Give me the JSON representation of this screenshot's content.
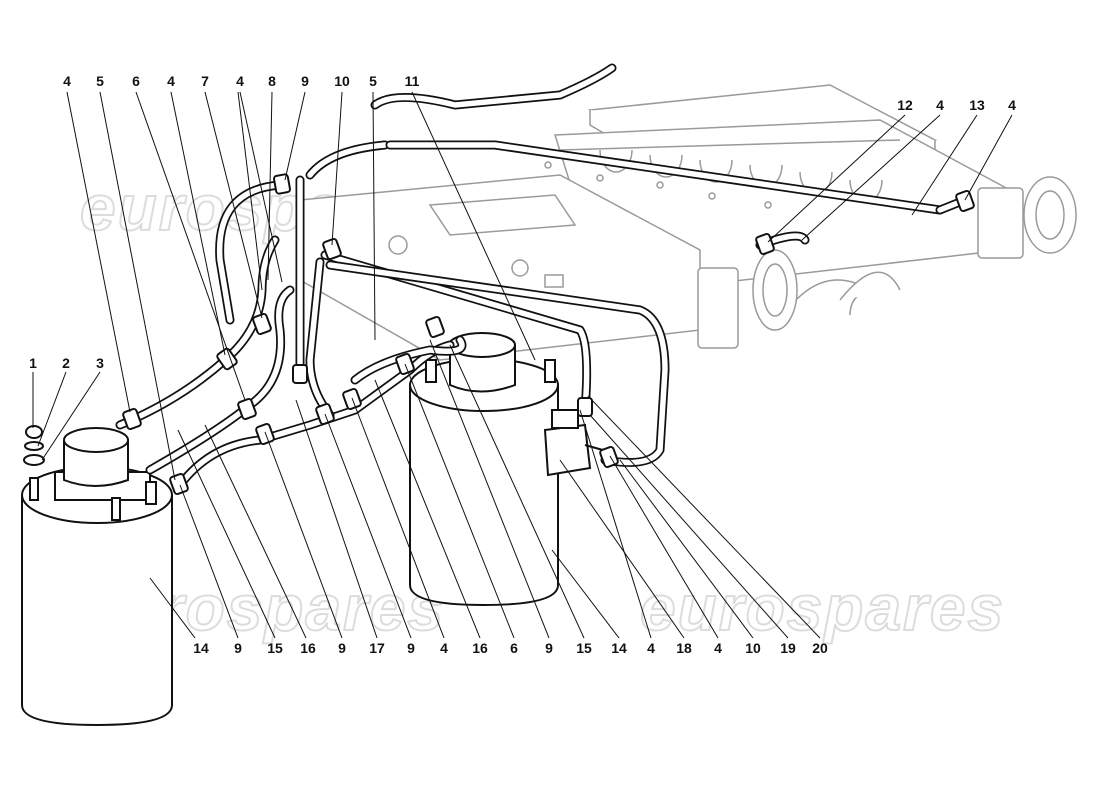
{
  "watermark": "eurospares",
  "callouts": {
    "top": [
      "4",
      "5",
      "6",
      "4",
      "7",
      "4",
      "8",
      "9",
      "10",
      "5",
      "11",
      "12",
      "4",
      "13",
      "4"
    ],
    "left": [
      "1",
      "2",
      "3"
    ],
    "bottom": [
      "14",
      "9",
      "15",
      "16",
      "9",
      "17",
      "9",
      "4",
      "16",
      "6",
      "9",
      "15",
      "14",
      "4",
      "18",
      "4",
      "10",
      "19",
      "20"
    ]
  },
  "colors": {
    "line": "#111111",
    "faint": "#9a9a9a",
    "watermark": "#dcdcdc"
  }
}
